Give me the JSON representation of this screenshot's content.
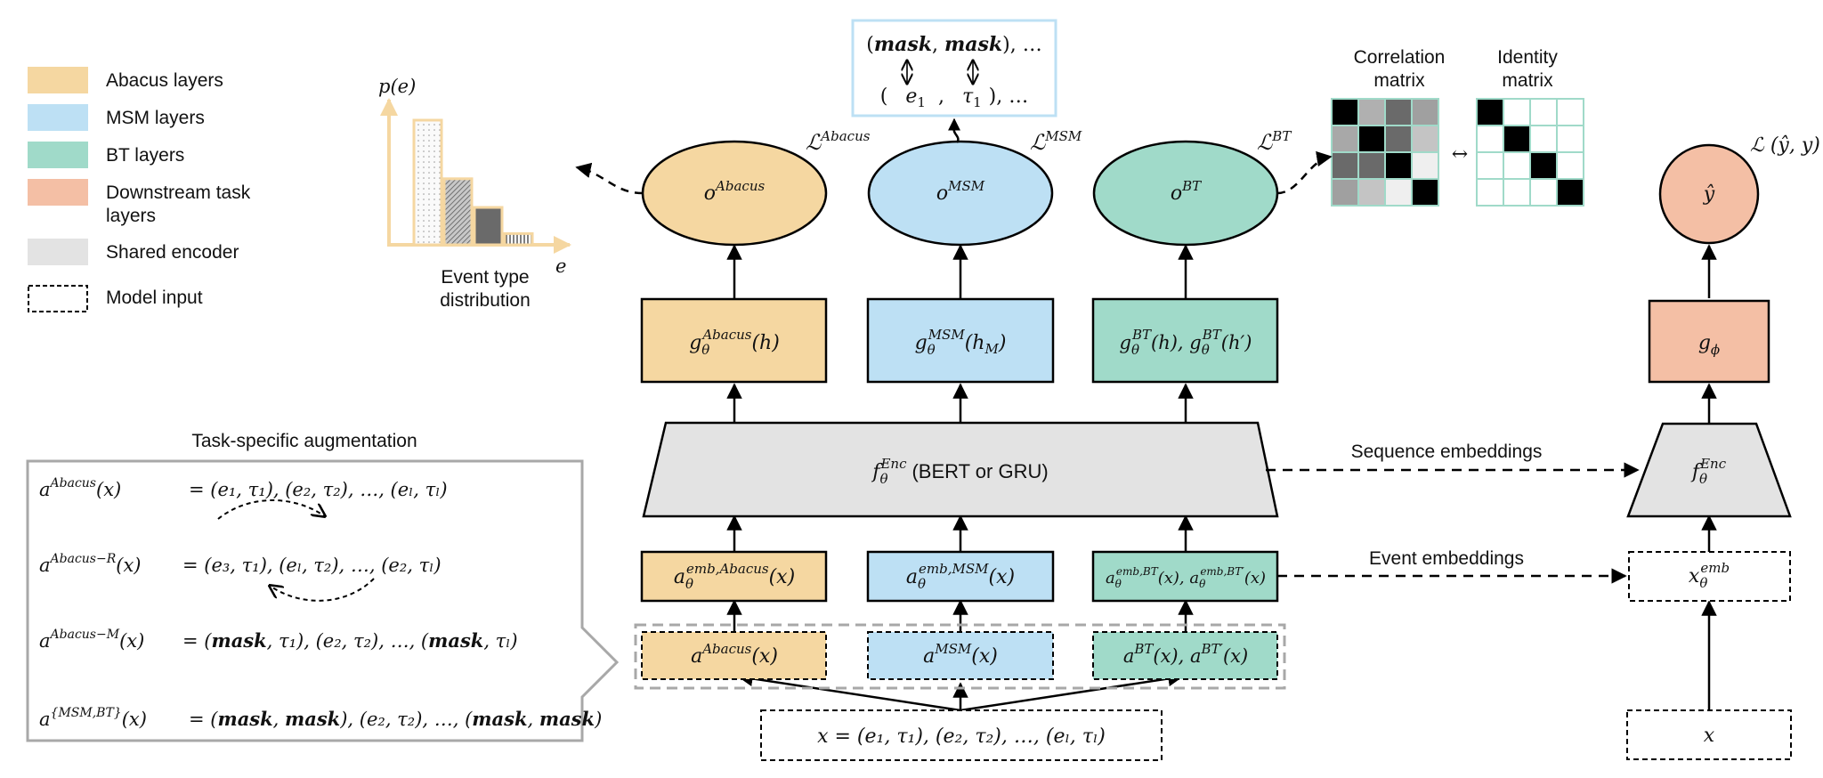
{
  "colors": {
    "abacus": "#F5D7A1",
    "msm": "#BDE0F4",
    "bt": "#A0DAC9",
    "downstream": "#F4BFA5",
    "shared": "#E3E3E3",
    "augment_border": "#A8A8A8",
    "matrix_border": "#A0DAC9",
    "mask_box_border": "#BDE0F4"
  },
  "legend": {
    "items": [
      {
        "label": "Abacus layers",
        "color_key": "abacus",
        "style": "fill"
      },
      {
        "label": "MSM layers",
        "color_key": "msm",
        "style": "fill"
      },
      {
        "label": "BT layers",
        "color_key": "bt",
        "style": "fill"
      },
      {
        "label": "Downstream task",
        "label2": "layers",
        "color_key": "downstream",
        "style": "fill"
      },
      {
        "label": "Shared encoder",
        "color_key": "shared",
        "style": "fill"
      },
      {
        "label": "Model input",
        "color_key": "none",
        "style": "dashed"
      }
    ]
  },
  "event_distribution": {
    "y_label": "p(e)",
    "x_label": "e",
    "caption_line1": "Event type",
    "caption_line2": "distribution",
    "bars": [
      {
        "relative_height": 1.0,
        "pattern": "dots"
      },
      {
        "relative_height": 0.53,
        "pattern": "diagonal"
      },
      {
        "relative_height": 0.3,
        "pattern": "dark"
      },
      {
        "relative_height": 0.09,
        "pattern": "vertical"
      }
    ]
  },
  "mask_box": {
    "line1": "(mask, mask), …",
    "line2_e": "e",
    "line2_e_sub": "1",
    "line2_tau": "τ",
    "line2_tau_sub": "1",
    "line2_open": "(",
    "line2_comma": ",",
    "line2_close": "), …"
  },
  "correlation": {
    "title_line1": "Correlation",
    "title_line2": "matrix",
    "cells": [
      [
        "#000000",
        "#B0B0B0",
        "#6A6A6A",
        "#A0A0A0"
      ],
      [
        "#A8A8A8",
        "#000000",
        "#6A6A6A",
        "#C4C4C4"
      ],
      [
        "#6A6A6A",
        "#6A6A6A",
        "#000000",
        "#EFEFEF"
      ],
      [
        "#A0A0A0",
        "#C4C4C4",
        "#EFEFEF",
        "#000000"
      ]
    ],
    "compare_symbol": "↔"
  },
  "identity": {
    "title_line1": "Identity",
    "title_line2": "matrix",
    "cells": [
      [
        "#000000",
        "#FFFFFF",
        "#FFFFFF",
        "#FFFFFF"
      ],
      [
        "#FFFFFF",
        "#000000",
        "#FFFFFF",
        "#FFFFFF"
      ],
      [
        "#FFFFFF",
        "#FFFFFF",
        "#000000",
        "#FFFFFF"
      ],
      [
        "#FFFFFF",
        "#FFFFFF",
        "#FFFFFF",
        "#000000"
      ]
    ]
  },
  "heads": {
    "abacus": {
      "output": "o",
      "output_sup": "Abacus",
      "loss": "ℒ",
      "loss_sup": "Abacus",
      "proj": "g",
      "proj_sub": "θ",
      "proj_sup": "Abacus",
      "proj_arg": "(h)",
      "emb": "a",
      "emb_sub": "θ",
      "emb_sup": "emb,Abacus",
      "emb_arg": "(x)",
      "aug": "a",
      "aug_sup": "Abacus",
      "aug_arg": "(x)"
    },
    "msm": {
      "output": "o",
      "output_sup": "MSM",
      "loss": "ℒ",
      "loss_sup": "MSM",
      "proj": "g",
      "proj_sub": "θ",
      "proj_sup": "MSM",
      "proj_arg": "(h",
      "proj_arg_sub": "M",
      "proj_arg_close": ")",
      "emb": "a",
      "emb_sub": "θ",
      "emb_sup": "emb,MSM",
      "emb_arg": "(x)",
      "aug": "a",
      "aug_sup": "MSM",
      "aug_arg": "(x)"
    },
    "bt": {
      "output": "o",
      "output_sup": "BT",
      "loss": "ℒ",
      "loss_sup": "BT",
      "proj_text": "(h), ",
      "proj": "g",
      "proj_sub": "θ",
      "proj_sup": "BT",
      "proj_arg2": "(h′)",
      "emb": "a",
      "emb_sub": "θ",
      "emb_sup": "emb,BT",
      "emb_arg": "(x), ",
      "emb_sup2": "emb,BT′",
      "emb_arg2": "(x)",
      "aug": "a",
      "aug_sup": "BT",
      "aug_arg": "(x), ",
      "aug_sup2": "BT′",
      "aug_arg2": "(x)"
    }
  },
  "encoder": {
    "symbol": "f",
    "sub": "θ",
    "sup": "Enc",
    "suffix": "(BERT or GRU)"
  },
  "model_input": {
    "text": "x = (e₁, τ₁), (e₂, τ₂), …, (eₗ, τₗ)"
  },
  "downstream": {
    "output": "ŷ",
    "loss": "ℒ (ŷ, y)",
    "proj": "g",
    "proj_sub": "ϕ",
    "encoder": "f",
    "encoder_sub": "θ",
    "encoder_sup": "Enc",
    "emb": "x",
    "emb_sub": "θ",
    "emb_sup": "emb",
    "input": "x"
  },
  "connectors": {
    "sequence_embeddings": "Sequence embeddings",
    "event_embeddings": "Event embeddings"
  },
  "augmentation": {
    "title": "Task-specific augmentation",
    "rows": [
      {
        "lhs": "a",
        "lhs_sup": "Abacus",
        "lhs_arg": "(x)",
        "rhs": "= (e₁, τ₁), (e₂, τ₂), …, (eₗ, τₗ)"
      },
      {
        "lhs": "a",
        "lhs_sup": "Abacus−R",
        "lhs_arg": "(x)",
        "rhs": "= (e₃, τ₁), (eₗ, τ₂), …, (e₂, τₗ)"
      },
      {
        "lhs": "a",
        "lhs_sup": "Abacus−M",
        "lhs_arg": "(x)",
        "rhs_parts": [
          {
            "t": "= (",
            "b": false
          },
          {
            "t": "mask",
            "b": true
          },
          {
            "t": ", τ₁), (e₂, τ₂), …, (",
            "b": false
          },
          {
            "t": "mask",
            "b": true
          },
          {
            "t": ", τₗ)",
            "b": false
          }
        ]
      },
      {
        "lhs": "a",
        "lhs_sup": "{MSM,BT}",
        "lhs_arg": "(x)",
        "rhs_parts": [
          {
            "t": "= (",
            "b": false
          },
          {
            "t": "mask",
            "b": true
          },
          {
            "t": ", ",
            "b": false
          },
          {
            "t": "mask",
            "b": true
          },
          {
            "t": "), (e₂, τ₂), …, (",
            "b": false
          },
          {
            "t": "mask",
            "b": true
          },
          {
            "t": ", ",
            "b": false
          },
          {
            "t": "mask",
            "b": true
          },
          {
            "t": ")",
            "b": false
          }
        ]
      }
    ]
  }
}
